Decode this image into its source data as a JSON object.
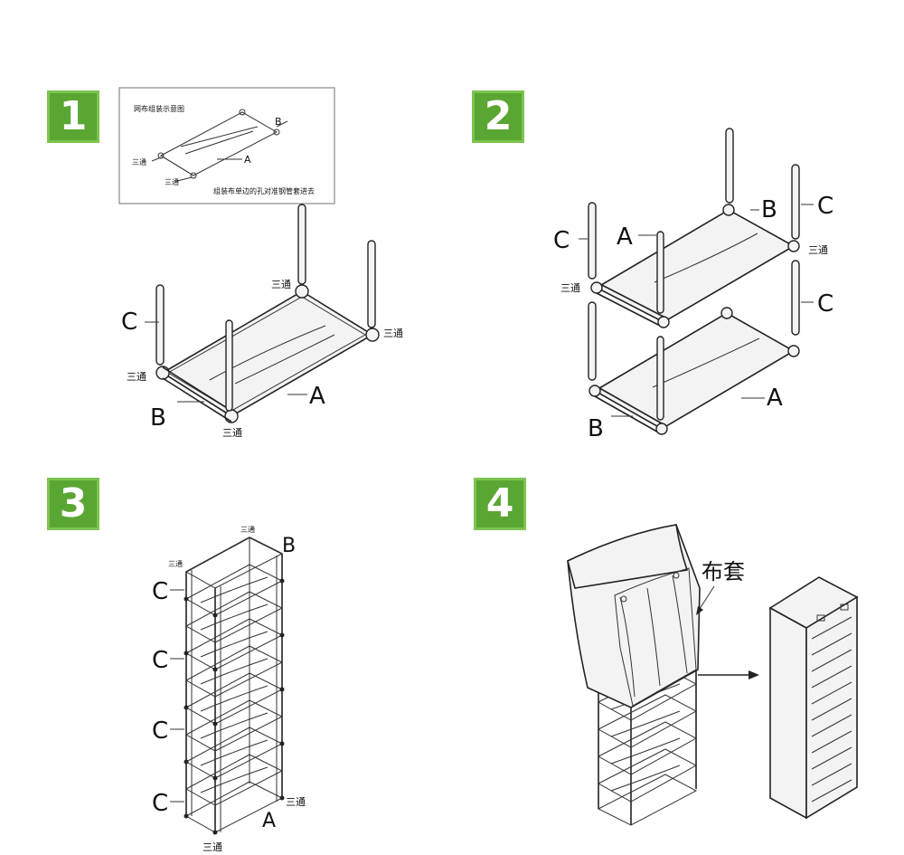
{
  "steps": [
    {
      "number": "1",
      "label_A": "A",
      "label_B": "B",
      "label_C": "C",
      "tee": "三通"
    },
    {
      "number": "2",
      "label_A": "A",
      "label_B": "B",
      "label_C": "C",
      "tee": "三通"
    },
    {
      "number": "3",
      "label_A": "A",
      "label_B": "B",
      "label_C": "C",
      "tee": "三通"
    },
    {
      "number": "4",
      "cover_label": "布套"
    }
  ],
  "inset": {
    "title": "网布组装示意图",
    "label_A": "A",
    "label_B": "B",
    "tee": "三通",
    "note": "组装布单边的孔对准钢管套进去"
  },
  "colors": {
    "badge_green": "#5aa632"
  }
}
